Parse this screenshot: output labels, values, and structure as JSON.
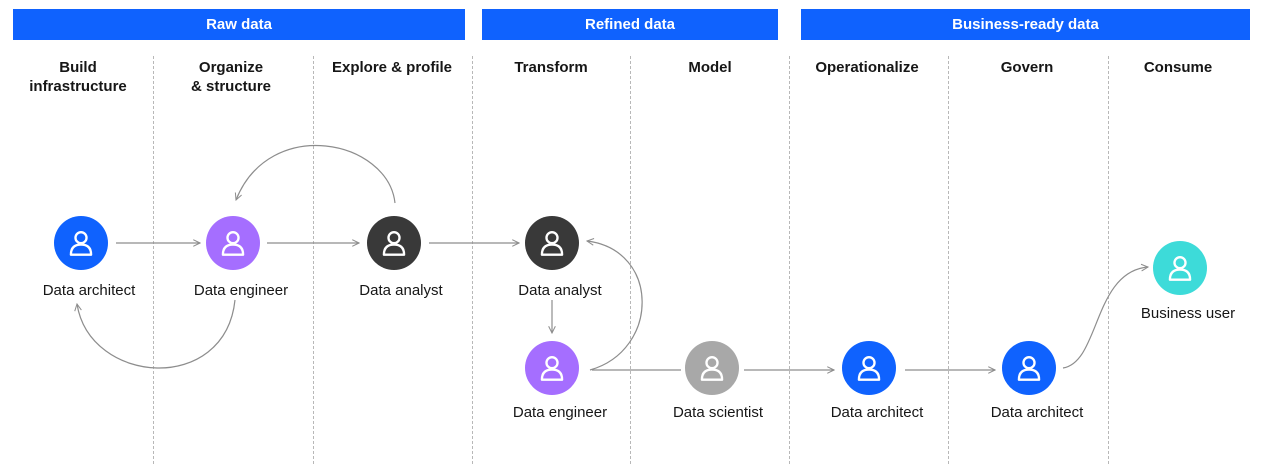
{
  "colors": {
    "band": "#0f62fe",
    "architect": "#0f62fe",
    "engineer": "#a56eff",
    "analyst": "#393939",
    "scientist": "#a8a8a8",
    "business": "#3ddbd9",
    "connector": "#8d8d8d"
  },
  "bands": {
    "raw": "Raw data",
    "refined": "Refined data",
    "business": "Business-ready data"
  },
  "stages": {
    "build": "Build\ninfrastructure",
    "organize": "Organize\n& structure",
    "explore": "Explore & profile",
    "transform": "Transform",
    "model": "Model",
    "operationalize": "Operationalize",
    "govern": "Govern",
    "consume": "Consume"
  },
  "personas": {
    "architect_1": {
      "label": "Data architect",
      "icon": "person-icon"
    },
    "engineer_1": {
      "label": "Data engineer",
      "icon": "person-icon"
    },
    "analyst_1": {
      "label": "Data analyst",
      "icon": "person-icon"
    },
    "analyst_2": {
      "label": "Data analyst",
      "icon": "person-icon"
    },
    "engineer_2": {
      "label": "Data engineer",
      "icon": "person-icon"
    },
    "scientist_1": {
      "label": "Data scientist",
      "icon": "person-icon"
    },
    "architect_2": {
      "label": "Data architect",
      "icon": "person-icon"
    },
    "architect_3": {
      "label": "Data architect",
      "icon": "person-icon"
    },
    "business_user": {
      "label": "Business user",
      "icon": "person-icon"
    }
  }
}
